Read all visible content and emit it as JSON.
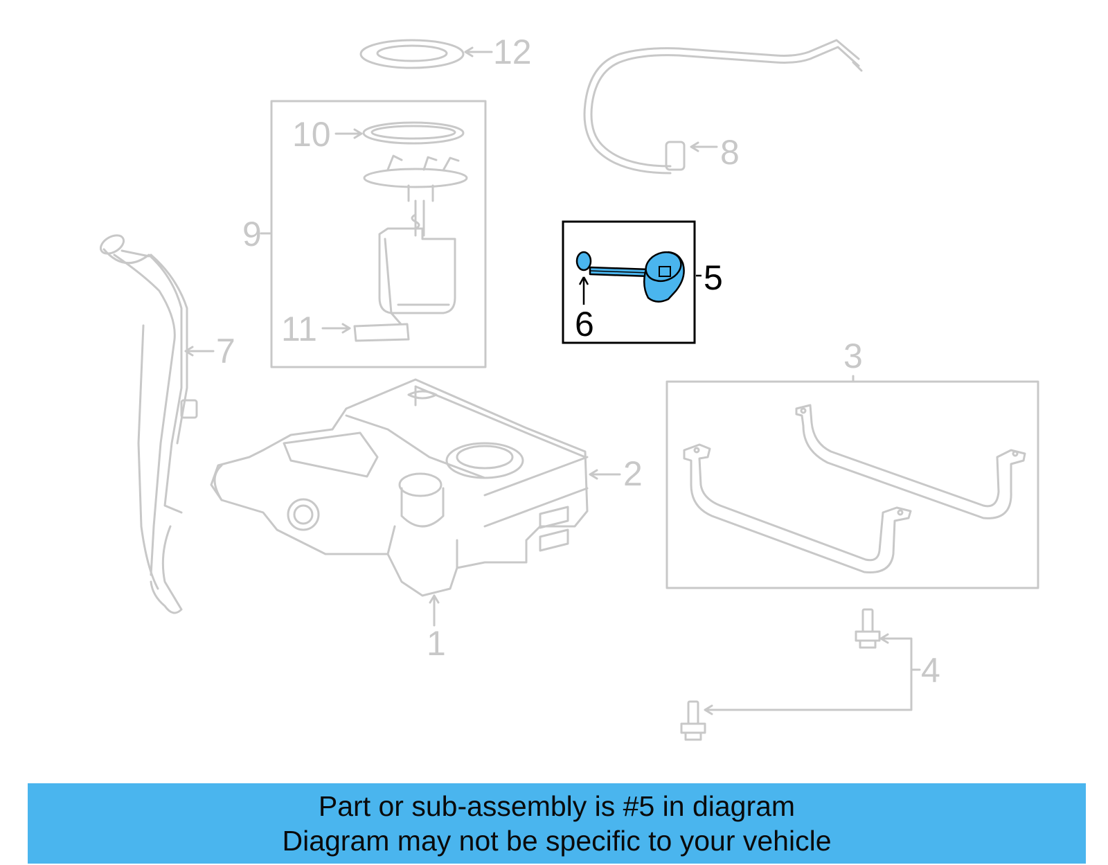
{
  "colors": {
    "highlight": "#4ab5ee",
    "inactive_line": "#c8c8c8",
    "active_line": "#000000"
  },
  "callouts": {
    "c1": "1",
    "c2": "2",
    "c3": "3",
    "c4": "4",
    "c5": "5",
    "c6": "6",
    "c7": "7",
    "c8": "8",
    "c9": "9",
    "c10": "10",
    "c11": "11",
    "c12": "12"
  },
  "highlighted_part": "5",
  "banner": {
    "line1": "Part or sub-assembly is #5 in diagram",
    "line2": "Diagram may not be specific to your vehicle"
  }
}
